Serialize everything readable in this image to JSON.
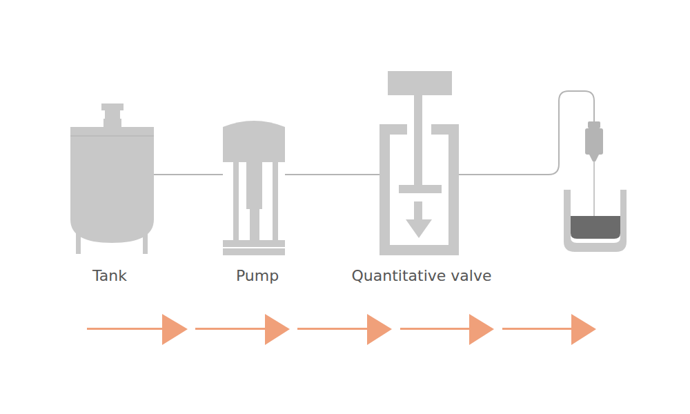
{
  "diagram": {
    "labels": [
      "Tank",
      "Pump",
      "Quantitative valve"
    ]
  }
}
